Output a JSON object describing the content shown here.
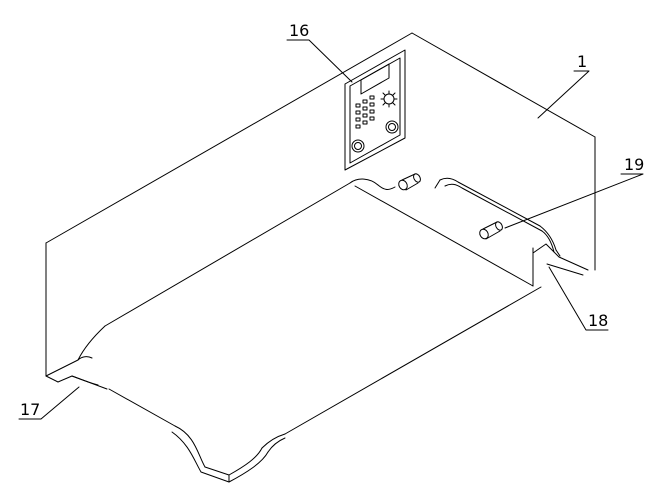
{
  "callouts": {
    "c1": "1",
    "c16": "16",
    "c17": "17",
    "c18": "18",
    "c19": "19"
  }
}
